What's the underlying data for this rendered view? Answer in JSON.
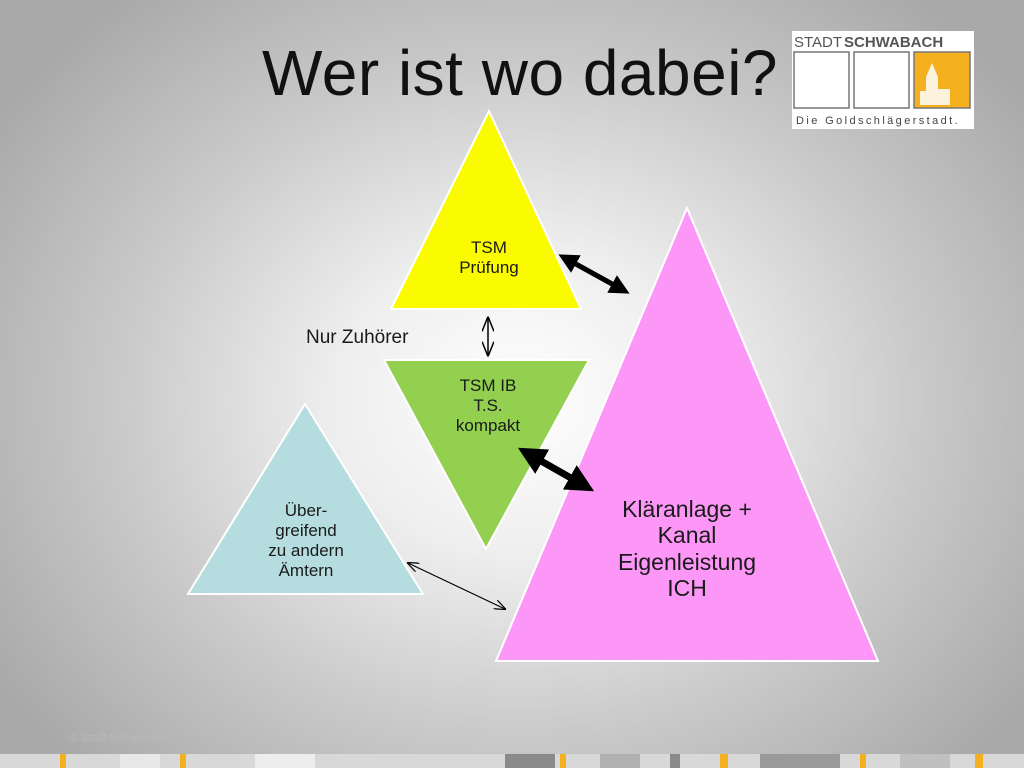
{
  "slide": {
    "title": "Wer ist wo dabei?",
    "footer": "© Stadt Schwabach"
  },
  "logo": {
    "line1_light": "STADT",
    "line1_bold": "SCHWABACH",
    "tagline": "Die Goldschlägerstadt.",
    "accent_color": "#f4b01f"
  },
  "nodes": {
    "tsm_pruefung": {
      "lines": [
        "TSM",
        "Prüfung"
      ],
      "color": "#fbfb00"
    },
    "tsm_ib": {
      "lines": [
        "TSM IB",
        "T.S.",
        "kompakt"
      ],
      "color": "#93d050"
    },
    "uebergreifend": {
      "lines": [
        "Über-",
        "greifend",
        "zu andern",
        "Ämtern"
      ],
      "color": "#b5dde0"
    },
    "klaeranlage": {
      "lines": [
        "Kläranlage +",
        "Kanal",
        "Eigenleistung",
        "ICH"
      ],
      "color": "#fd97f7"
    }
  },
  "annotations": {
    "nur_zuhoerer": "Nur Zuhörer"
  }
}
